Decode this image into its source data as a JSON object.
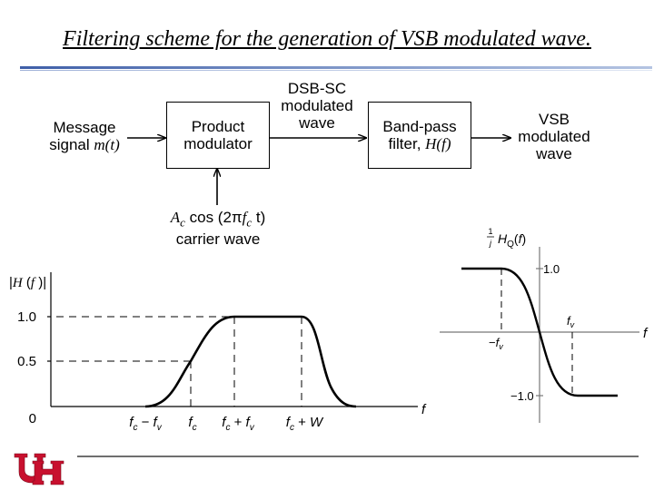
{
  "title": "Filtering scheme for the generation of VSB modulated wave.",
  "block_diagram": {
    "input_label": "Message",
    "input_label2": "signal",
    "input_var": "m(t)",
    "product_modulator": "Product\nmodulator",
    "dsb_label": "DSB-SC\nmodulated\nwave",
    "bandpass_label": "Band-pass\nfilter,",
    "bandpass_var": "H(f)",
    "output_label": "VSB\nmodulated\nwave",
    "carrier_expr_coef": "A",
    "carrier_expr_sub": "c",
    "carrier_expr_rest": "cos (2π",
    "carrier_expr_f": "f",
    "carrier_expr_fsub": "c",
    "carrier_expr_t": "t)",
    "carrier_label": "carrier wave"
  },
  "magnitude_plot": {
    "ylabel": "|H(f)|",
    "y_ticks": [
      "1.0",
      "0.5",
      "0"
    ],
    "x_ticks": [
      "fc − fv",
      "fc",
      "fc + fv",
      "fc + W"
    ],
    "xlabel": "f"
  },
  "hq_plot": {
    "ylabel": "HQ(f)",
    "ylabel_prefix_num": "1",
    "ylabel_prefix_den": "j",
    "y_ticks": [
      "1.0",
      "−1.0"
    ],
    "x_ticks": [
      "fv",
      "−fv"
    ],
    "xlabel": "f"
  },
  "logo": {
    "colors": {
      "red": "#c8102e",
      "white": "#ffffff"
    }
  }
}
